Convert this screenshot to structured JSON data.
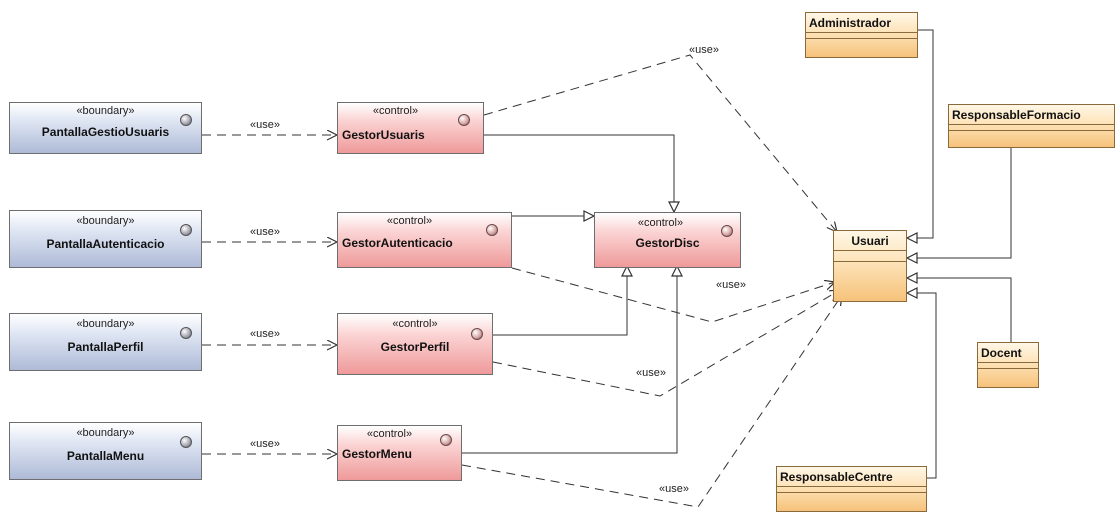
{
  "boundaries": [
    {
      "stereotype": "«boundary»",
      "name": "PantallaGestioUsuaris"
    },
    {
      "stereotype": "«boundary»",
      "name": "PantallaAutenticacio"
    },
    {
      "stereotype": "«boundary»",
      "name": "PantallaPerfil"
    },
    {
      "stereotype": "«boundary»",
      "name": "PantallaMenu"
    }
  ],
  "controls": [
    {
      "stereotype": "«control»",
      "name": "GestorUsuaris"
    },
    {
      "stereotype": "«control»",
      "name": "GestorAutenticacio"
    },
    {
      "stereotype": "«control»",
      "name": "GestorPerfil"
    },
    {
      "stereotype": "«control»",
      "name": "GestorMenu"
    },
    {
      "stereotype": "«control»",
      "name": "GestorDisc"
    }
  ],
  "classes": {
    "administrador": "Administrador",
    "responsable_formacio": "ResponsableFormacio",
    "usuari": "Usuari",
    "docent": "Docent",
    "responsable_centre": "ResponsableCentre"
  },
  "use_labels": [
    "«use»",
    "«use»",
    "«use»",
    "«use»",
    "«use»",
    "«use»",
    "«use»",
    "«use»"
  ]
}
